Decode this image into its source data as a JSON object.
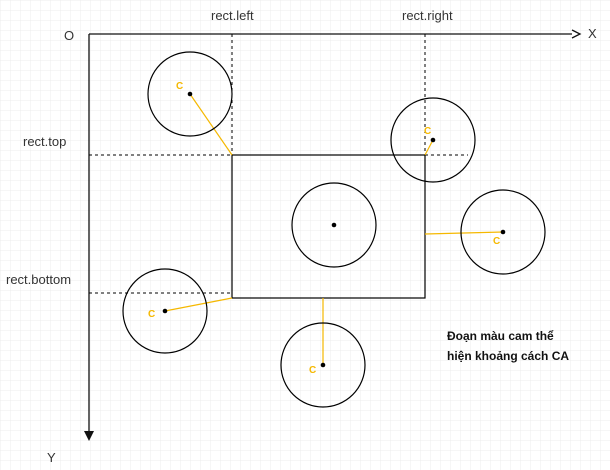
{
  "colors": {
    "grid": "#e8e8e8",
    "axis": "#111111",
    "dashed": "#000000",
    "orange": "#f5b800",
    "c_label": "#f5b800",
    "shape": "#000000"
  },
  "labels": {
    "origin": "O",
    "x_axis": "X",
    "y_axis": "Y",
    "rect_left": "rect.left",
    "rect_right": "rect.right",
    "rect_top": "rect.top",
    "rect_bottom": "rect.bottom"
  },
  "note": {
    "line1": "Đoạn màu cam thể",
    "line2": "hiện khoảng cách CA"
  },
  "circle_center_label": "C"
}
